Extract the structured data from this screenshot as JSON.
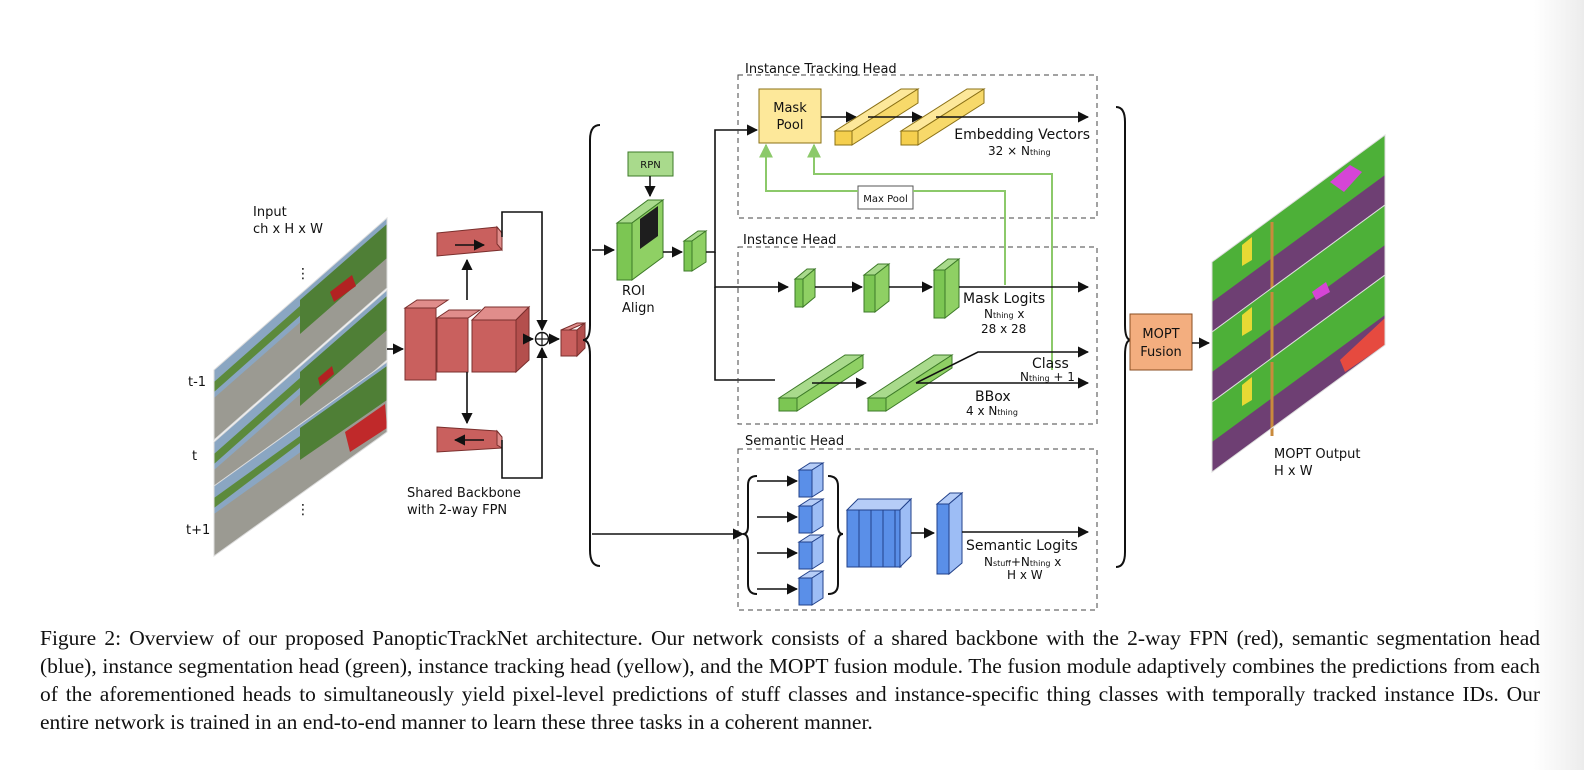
{
  "input": {
    "label": "Input",
    "dims": "ch x H x W",
    "frames": [
      "t-1",
      "t",
      "t+1"
    ],
    "dots": "⋮"
  },
  "backbone": {
    "label_1": "Shared Backbone",
    "label_2": "with 2-way FPN"
  },
  "rpn": {
    "label": "RPN"
  },
  "roi": {
    "label_1": "ROI",
    "label_2": "Align"
  },
  "tracking_head": {
    "title": "Instance Tracking Head",
    "mask_pool_1": "Mask",
    "mask_pool_2": "Pool",
    "embedding": "Embedding Vectors",
    "embedding_dim_pre": "32 × N",
    "embedding_dim_sub": "thing"
  },
  "max_pool": {
    "label": "Max Pool"
  },
  "instance_head": {
    "title": "Instance Head",
    "mask_logits": "Mask Logits",
    "mask_dim_main": "N",
    "mask_dim_sub": "thing",
    "mask_dim_post": " x",
    "mask_dim_2": "28 x 28",
    "class_label": "Class",
    "class_dim_main": "N",
    "class_dim_sub": "thing",
    "class_dim_post": " + 1",
    "bbox_label": "BBox",
    "bbox_dim_pre": "4 x N",
    "bbox_dim_sub": "thing"
  },
  "semantic_head": {
    "title": "Semantic Head",
    "logits": "Semantic Logits",
    "dim_n1": "N",
    "dim_sub1": "stuff",
    "dim_plus": "+N",
    "dim_sub2": "thing",
    "dim_post": " x",
    "dim_2": "H x W"
  },
  "fusion": {
    "label_1": "MOPT",
    "label_2": "Fusion"
  },
  "output": {
    "label": "MOPT Output",
    "dims": "H x W"
  },
  "caption": "Figure 2: Overview of our proposed PanopticTrackNet architecture. Our network consists of a shared backbone with the 2-way FPN (red), semantic segmentation head (blue), instance segmentation head (green), instance tracking head (yellow), and the MOPT fusion module. The fusion module adaptively combines the predictions from each of the aforementioned heads to simultaneously yield pixel-level predictions of stuff classes and instance-specific thing classes with temporally tracked instance IDs. Our entire network is trained in an end-to-end manner to learn these three tasks in a coherent manner.",
  "colors": {
    "backbone": "#c9605e",
    "instance": "#7cc653",
    "tracking": "#f5cf4e",
    "semantic": "#5a8fe8",
    "fusion": "#f3ae7f",
    "road": "#6e3f73",
    "vegetation": "#4db038"
  }
}
